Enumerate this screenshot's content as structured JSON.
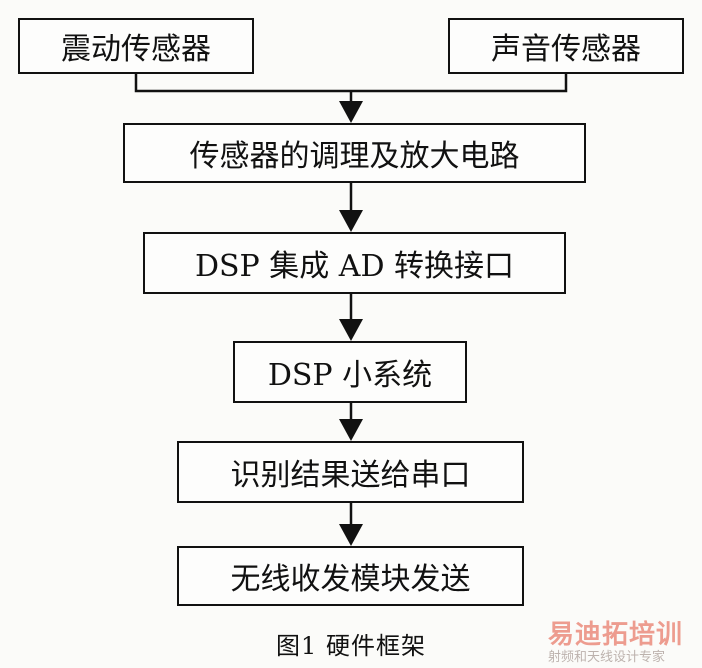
{
  "diagram": {
    "nodes": {
      "vibration_sensor": "震动传感器",
      "sound_sensor": "声音传感器",
      "conditioning": "传感器的调理及放大电路",
      "dsp_ad": "DSP 集成 AD 转换接口",
      "dsp_system": "DSP 小系统",
      "serial_out": "识别结果送给串口",
      "wireless_tx": "无线收发模块发送"
    },
    "edges": [
      [
        "vibration_sensor",
        "conditioning"
      ],
      [
        "sound_sensor",
        "conditioning"
      ],
      [
        "conditioning",
        "dsp_ad"
      ],
      [
        "dsp_ad",
        "dsp_system"
      ],
      [
        "dsp_system",
        "serial_out"
      ],
      [
        "serial_out",
        "wireless_tx"
      ]
    ]
  },
  "caption": "图1  硬件框架",
  "watermark": {
    "title": "易迪拓培训",
    "subtitle": "射频和天线设计专家",
    "color": "#e2503a"
  },
  "colors": {
    "line": "#111111",
    "background": "#fbfbf9"
  }
}
